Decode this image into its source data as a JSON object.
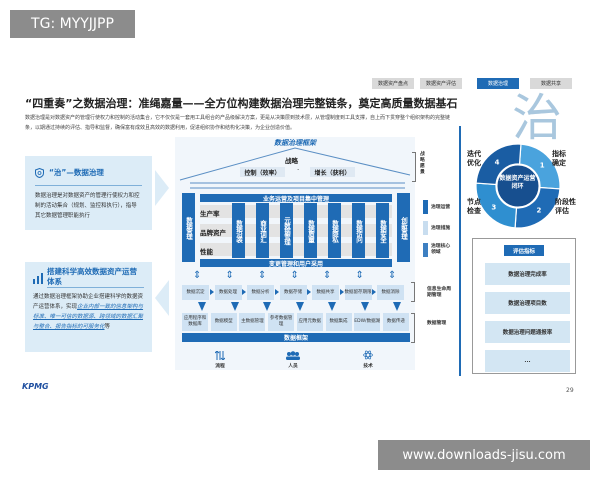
{
  "watermarks": {
    "top_left": "TG: MYYJJPP",
    "bottom_right": "www.downloads-jisu.com"
  },
  "nav_tabs": [
    {
      "label": "数据资产盘点",
      "active": false
    },
    {
      "label": "数据资产评估",
      "active": false
    },
    {
      "label": "数据治理",
      "active": true
    },
    {
      "label": "数据共享",
      "active": false
    }
  ],
  "title": "“四重奏”之数据治理：准绳嘉量——全方位构建数据治理完整链条，奠定高质量数据基石",
  "description": "数据治理是对数据资产的管理行使权力和控制的活动集合，它不仅仅是一套用工具组合的产品级解决方案，更是从决策层到技术层，从管理制度到工具支撑，自上而下贯穿整个组织架构的完整链条，以期通过持续的评估、指导和监督，确保富有成效且高效的数据利用，促进组织协作和结构化决策，为企业创造价值。",
  "big_char": "治",
  "left_panels": [
    {
      "title": "“治”—数据治理",
      "text": "数据治理是对数据资产的管理行使权力和控制的活动集合（规划、监控和执行），指导其它数据管理职能执行",
      "icon": "shield-icon"
    },
    {
      "title": "搭建科学高效数据资产运营体系",
      "text_plain": "通过数据治理框架协助企业搭建科学的数据资产运营体系，实现",
      "text_emph": "企业内部一致的信息架构与标准、唯一可信的数据源、跨领域的数据汇聚与整合、报告指标的可服务化",
      "text_end": "等",
      "icon": "bar-chart-icon"
    }
  ],
  "framework": {
    "title": "数据治理框架",
    "strategy": "战略",
    "control": "控制（效率）",
    "dot": "·",
    "growth": "增长（获利）",
    "left_pillar": "数据管理",
    "right_pillar": "创新管理",
    "top_bar": "业务运营及项目集中管理",
    "rows": [
      "生产率",
      "品牌资产",
      "性能"
    ],
    "columns": [
      "数据沿袭",
      "商业词汇",
      "元数据管理",
      "数据质量",
      "数据隐私",
      "数据访问",
      "数据安全"
    ],
    "change_bar": "变更管理和用户采用",
    "lifecycle": [
      "数据沉淀",
      "数据处理",
      "数据分析",
      "数据存储",
      "数据共享",
      "数据留存期限",
      "数据消除"
    ],
    "data_mgmt": [
      "应用程序和数据库",
      "数据模型",
      "主数据管理",
      "参考数据管理",
      "应用元数据",
      "数据集成",
      "EDW/数据湖",
      "数据传递"
    ],
    "base_bar": "数据框架",
    "foundations": [
      {
        "label": "流程",
        "icon": "process-icon"
      },
      {
        "label": "人员",
        "icon": "people-icon"
      },
      {
        "label": "技术",
        "icon": "atom-icon"
      }
    ]
  },
  "side_labels": {
    "vision": "战略愿景",
    "legend": [
      {
        "label": "治理运营",
        "color": "#1f6bb5"
      },
      {
        "label": "治理措施",
        "color": "#c8ddef"
      },
      {
        "label": "治理核心领域",
        "color": "#3d7fc1"
      }
    ],
    "lifecycle": "信息生命周期管理",
    "data_mgmt": "数据管理"
  },
  "cycle": {
    "center": "数据资产运营闭环",
    "steps": [
      {
        "num": "1",
        "label": "指标确定"
      },
      {
        "num": "2",
        "label": "阶段性评估"
      },
      {
        "num": "3",
        "label": "节点检查"
      },
      {
        "num": "4",
        "label": "迭代优化"
      }
    ],
    "colors": [
      "#4aa3dd",
      "#1f6bb5",
      "#2f8fd0",
      "#1a5da3"
    ]
  },
  "evaluation": {
    "header": "评估指标",
    "items": [
      "数据治理完成率",
      "数据治理项目数",
      "数据治理问题通报率",
      "..."
    ]
  },
  "footer": {
    "logo": "KPMG",
    "page": "29"
  }
}
